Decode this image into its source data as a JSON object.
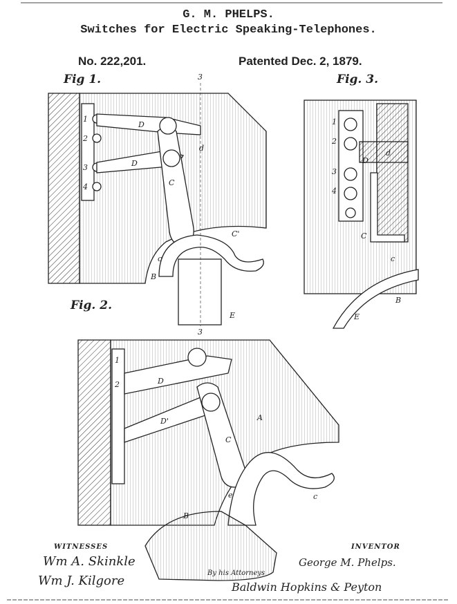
{
  "header": {
    "title": "G. M. PHELPS.",
    "subtitle": "Switches for Electric Speaking-Telephones.",
    "patent_number": "No. 222,201.",
    "patent_date": "Patented Dec. 2, 1879."
  },
  "figures": {
    "fig1": {
      "caption": "Fig 1.",
      "labels": {
        "section": "3",
        "section_bottom": "3",
        "D": "D",
        "d": "d",
        "C": "C",
        "C_prime": "C'",
        "c": "c",
        "B": "B",
        "E": "E",
        "n1": "1",
        "n2": "2",
        "n3": "3",
        "n4": "4"
      }
    },
    "fig2": {
      "caption": "Fig. 2.",
      "labels": {
        "D": "D",
        "D_prime": "D'",
        "C": "C",
        "c_hook": "c",
        "e": "e",
        "B": "B",
        "A": "A",
        "n1": "1",
        "n2": "2"
      }
    },
    "fig3": {
      "caption": "Fig. 3.",
      "labels": {
        "n1": "1",
        "n2": "2",
        "n3": "3",
        "n4": "4",
        "d": "d",
        "D": "D",
        "C": "C",
        "c": "c",
        "B": "B",
        "E": "E"
      }
    }
  },
  "footer": {
    "witnesses_label": "WITNESSES",
    "witness1": "Wm A. Skinkle",
    "witness2": "Wm J. Kilgore",
    "inventor_label": "INVENTOR",
    "inventor": "George M. Phelps.",
    "attorneys_label": "By his Attorneys",
    "attorneys": "Baldwin Hopkins & Peyton"
  }
}
